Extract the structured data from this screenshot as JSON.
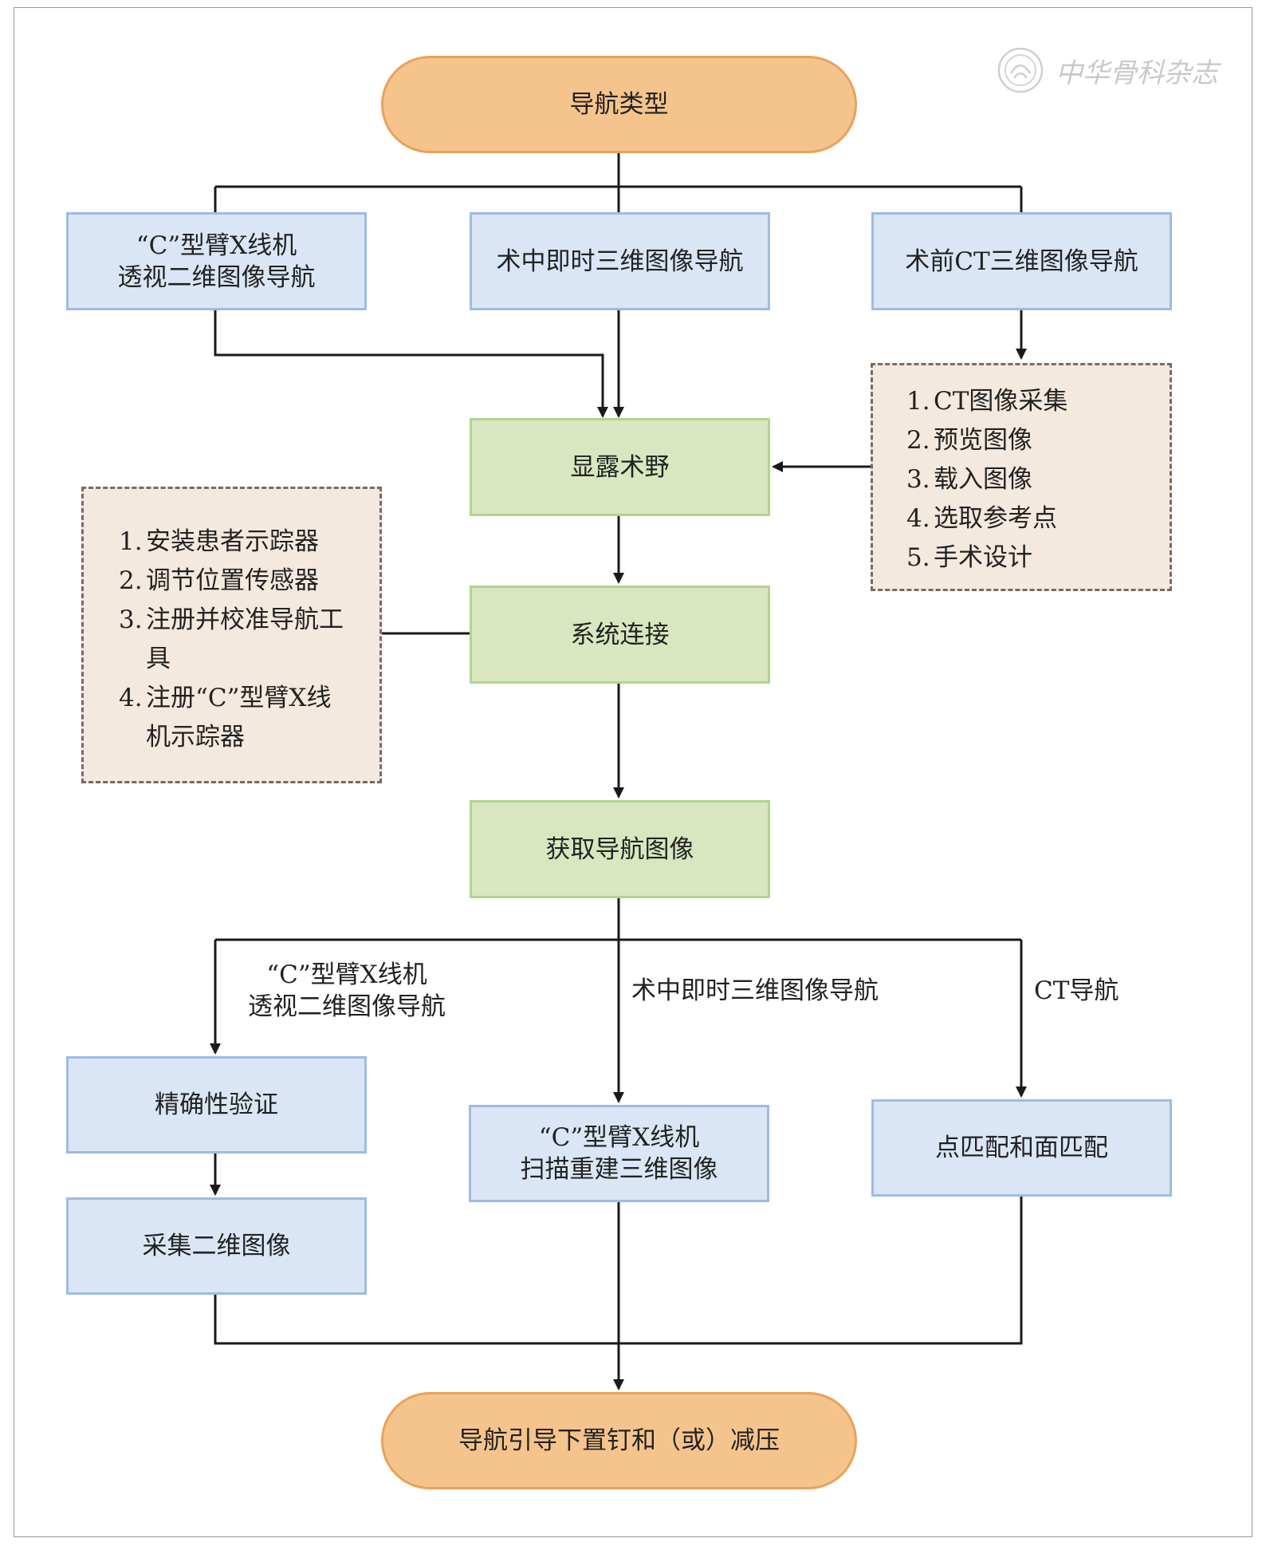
{
  "watermark": {
    "text": "中华骨科杂志"
  },
  "nodes": {
    "nav_type": "导航类型",
    "c_arm_2d": [
      "“C”型臂X线机",
      "透视二维图像导航"
    ],
    "intraop_3d": "术中即时三维图像导航",
    "preop_ct": "术前CT三维图像导航",
    "expose_field": "显露术野",
    "system_connect": "系统连接",
    "acquire_images": "获取导航图像",
    "accuracy_check": "精确性验证",
    "collect_2d": "采集二维图像",
    "c_arm_scan_3d": [
      "“C”型臂X线机",
      "扫描重建三维图像"
    ],
    "point_surface_match": "点匹配和面匹配",
    "final_step": "导航引导下置钉和（或）减压"
  },
  "ct_steps": [
    {
      "num": "1.",
      "text": "CT图像采集"
    },
    {
      "num": "2.",
      "text": "预览图像"
    },
    {
      "num": "3.",
      "text": "载入图像"
    },
    {
      "num": "4.",
      "text": "选取参考点"
    },
    {
      "num": "5.",
      "text": "手术设计"
    }
  ],
  "setup_steps": [
    {
      "num": "1.",
      "text": "安装患者示踪器"
    },
    {
      "num": "2.",
      "text": "调节位置传感器"
    },
    {
      "num": "3.",
      "text": "注册并校准导航工具"
    },
    {
      "num": "4.",
      "text": "注册“C”型臂X线机示踪器"
    }
  ],
  "branch_labels": {
    "c_arm": [
      "“C”型臂X线机",
      "透视二维图像导航"
    ],
    "intraop": "术中即时三维图像导航",
    "ct": "CT导航"
  }
}
